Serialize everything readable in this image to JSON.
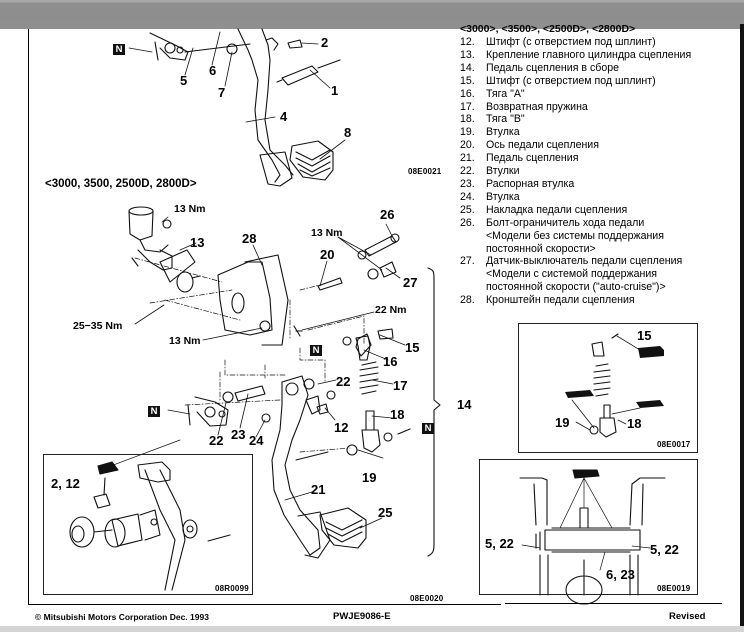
{
  "document": {
    "variant_header_top": "<3000>, <3500>, <2500D>, <2800D>",
    "variant_header_left": "<3000, 3500, 2500D, 2800D>",
    "parts_list": [
      {
        "num": "12.",
        "text": "Штифт (с отверстием под шплинт)"
      },
      {
        "num": "13.",
        "text": "Крепление главного цилиндра сцепления"
      },
      {
        "num": "14.",
        "text": "Педаль сцепления в сборе"
      },
      {
        "num": "15.",
        "text": "Штифт (с отверстием под шплинт)"
      },
      {
        "num": "16.",
        "text": "Тяга \"A\""
      },
      {
        "num": "17.",
        "text": "Возвратная пружина"
      },
      {
        "num": "18.",
        "text": "Тяга \"B\""
      },
      {
        "num": "19.",
        "text": "Втулка"
      },
      {
        "num": "20.",
        "text": "Ось педали сцепления"
      },
      {
        "num": "21.",
        "text": "Педаль сцепления"
      },
      {
        "num": "22.",
        "text": "Втулки"
      },
      {
        "num": "23.",
        "text": "Распорная втулка"
      },
      {
        "num": "24.",
        "text": "Втулка"
      },
      {
        "num": "25.",
        "text": "Накладка педали сцепления"
      },
      {
        "num": "26.",
        "text": "Болт-ограничитель хода педали",
        "sub": [
          "<Модели без системы поддержания",
          "постоянной скорости>"
        ]
      },
      {
        "num": "27.",
        "text": "Датчик-выключатель педали сцепления",
        "sub": [
          "<Модели с системой поддержания",
          "постоянной скорости (\"auto-cruise\")>"
        ]
      },
      {
        "num": "28.",
        "text": "Кронштейн педали сцепления"
      }
    ]
  },
  "diagram_top": {
    "labels": {
      "l1": "1",
      "l2": "2",
      "l4": "4",
      "l5": "5",
      "l6": "6",
      "l7": "7",
      "l8": "8"
    },
    "n_mark": "N",
    "figure_code": "08E0021"
  },
  "diagram_main": {
    "labels": {
      "l12": "12",
      "l13": "13",
      "l14": "14",
      "l15": "15",
      "l16": "16",
      "l17": "17",
      "l18": "18",
      "l19": "19",
      "l20": "20",
      "l21": "21",
      "l22a": "22",
      "l22b": "22",
      "l23": "23",
      "l24": "24",
      "l25": "25",
      "l26": "26",
      "l27": "27",
      "l28": "28"
    },
    "torques": {
      "t_reservoir": "13 Nm",
      "t_bracket": "13 Nm",
      "t_nut": "25−35 Nm",
      "t_switch": "13 Nm",
      "t_bolt": "22 Nm"
    },
    "n_mark": "N",
    "figure_code": "08E0020"
  },
  "inset_pin": {
    "label": "2, 12",
    "figure_code": "08R0099"
  },
  "inset_spring": {
    "labels": {
      "l15": "15",
      "l18": "18",
      "l19": "19"
    },
    "figure_code": "08E0017"
  },
  "inset_shaft": {
    "labels": {
      "left": "5, 22",
      "right": "5, 22",
      "bottom": "6, 23"
    },
    "figure_code": "08E0019"
  },
  "footer": {
    "copyright": "© Mitsubishi Motors Corporation   Dec.   1993",
    "doc_code": "PWJE9086-E",
    "status": "Revised"
  }
}
